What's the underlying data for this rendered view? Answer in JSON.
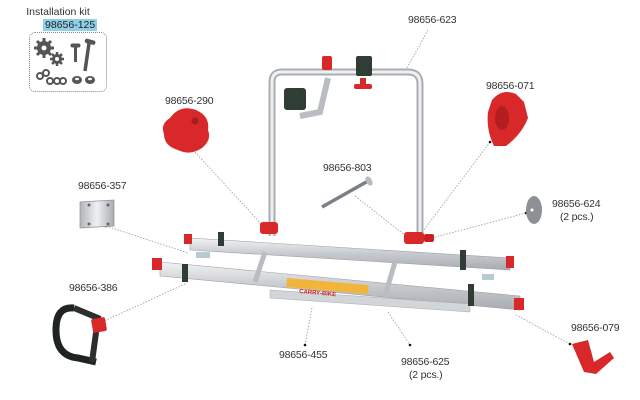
{
  "diagram": {
    "type": "exploded-parts-diagram",
    "subject": "bike carrier spare parts",
    "installation_kit": {
      "title": "Installation kit",
      "code": "98656-125",
      "highlight_color": "#8fd0e8",
      "icons": [
        "gears-icon",
        "screws-icon",
        "chain-icon",
        "nuts-icon"
      ]
    },
    "parts": [
      {
        "code": "98656-623",
        "qty": "",
        "item": "frame"
      },
      {
        "code": "98656-290",
        "qty": "",
        "item": "red knob"
      },
      {
        "code": "98656-071",
        "qty": "",
        "item": "red ratchet knob"
      },
      {
        "code": "98656-803",
        "qty": "",
        "item": "bolt"
      },
      {
        "code": "98656-357",
        "qty": "",
        "item": "mounting bracket"
      },
      {
        "code": "98656-624",
        "qty": "(2 pcs.)",
        "item": "dome cap"
      },
      {
        "code": "98656-386",
        "qty": "",
        "item": "strap"
      },
      {
        "code": "98656-455",
        "qty": "",
        "item": "rail"
      },
      {
        "code": "98656-625",
        "qty": "(2 pcs.)",
        "item": "rail end cap"
      },
      {
        "code": "98656-079",
        "qty": "",
        "item": "wheel holder"
      }
    ],
    "product_label": "CARRY-BIKE",
    "colors": {
      "accent_red": "#d8282a",
      "aluminium": "#c9ccd0",
      "dark_green": "#2f3d35",
      "leader_line": "#9a9a9a",
      "text": "#333333"
    }
  }
}
